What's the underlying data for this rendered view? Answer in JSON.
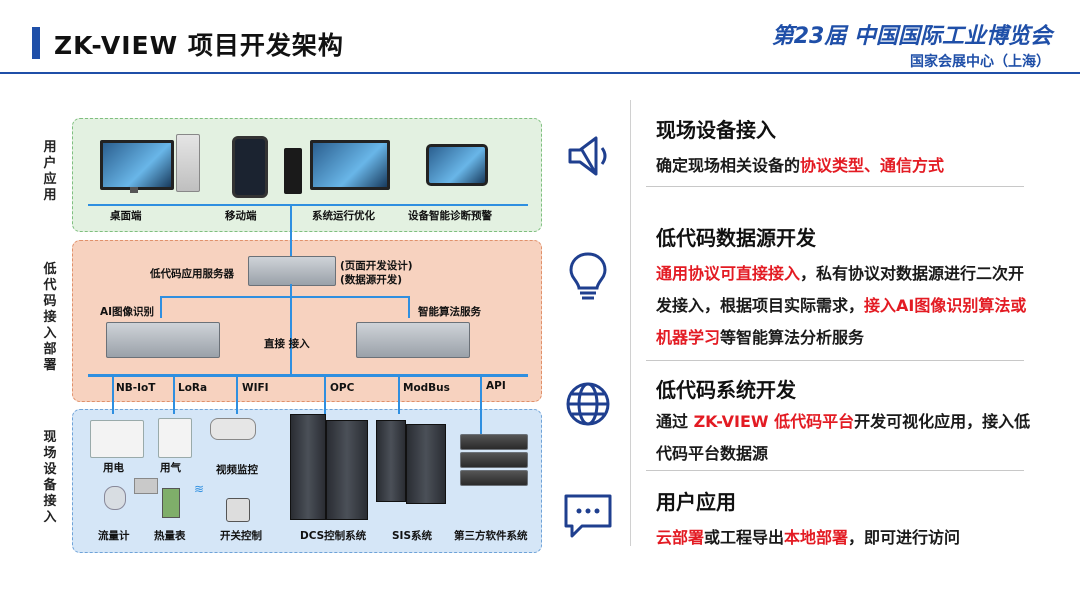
{
  "header": {
    "title": "ZK-VIEW 项目开发架构",
    "expo": "第23届  中国国际工业博览会",
    "venue": "国家会展中心（上海）"
  },
  "diagram": {
    "layers": {
      "user": "用户应用",
      "mid": "低代码接入部署",
      "device": "现场设备接入"
    },
    "user_apps": [
      "桌面端",
      "移动端",
      "系统运行优化",
      "设备智能诊断预警"
    ],
    "mid": {
      "server_label": "低代码应用服务器",
      "server_note_1": "(页面开发设计)",
      "server_note_2": "(数据源开发)",
      "ai_label": "AI图像识别",
      "algo_label": "智能算法服务",
      "direct_label": "直接  接入"
    },
    "protocols": [
      "NB-IoT",
      "LoRa",
      "WIFI",
      "OPC",
      "ModBus",
      "API"
    ],
    "devices": [
      "用电",
      "用气",
      "视频监控",
      "流量计",
      "热量表",
      "开关控制",
      "DCS控制系统",
      "SIS系统",
      "第三方软件系统"
    ]
  },
  "sections": [
    {
      "icon": "speaker-icon",
      "title": "现场设备接入",
      "parts": [
        {
          "text": "确定现场相关设备的",
          "red": false
        },
        {
          "text": "协议类型、通信方式",
          "red": true
        }
      ]
    },
    {
      "icon": "lightbulb-icon",
      "title": "低代码数据源开发",
      "parts": [
        {
          "text": "通用协议可直接接入",
          "red": true
        },
        {
          "text": "，私有协议对数据源进行二次开发接入，根据项目实际需求，",
          "red": false
        },
        {
          "text": "接入AI图像识别算法或机器学习",
          "red": true
        },
        {
          "text": "等智能算法分析服务",
          "red": false
        }
      ]
    },
    {
      "icon": "globe-icon",
      "title": "低代码系统开发",
      "parts": [
        {
          "text": "通过 ",
          "red": false
        },
        {
          "text": "ZK-VIEW 低代码平台",
          "red": true
        },
        {
          "text": "开发可视化应用，接入低代码平台数据源",
          "red": false
        }
      ]
    },
    {
      "icon": "chat-bubble-icon",
      "title": "用户应用",
      "parts": [
        {
          "text": "云部署",
          "red": true
        },
        {
          "text": "或工程导出",
          "red": false
        },
        {
          "text": "本地部署",
          "red": true
        },
        {
          "text": "，即可进行访问",
          "red": false
        }
      ]
    }
  ],
  "colors": {
    "accent": "#1f4fa8",
    "highlight": "#e31b23",
    "bus": "#2f8fe0"
  }
}
